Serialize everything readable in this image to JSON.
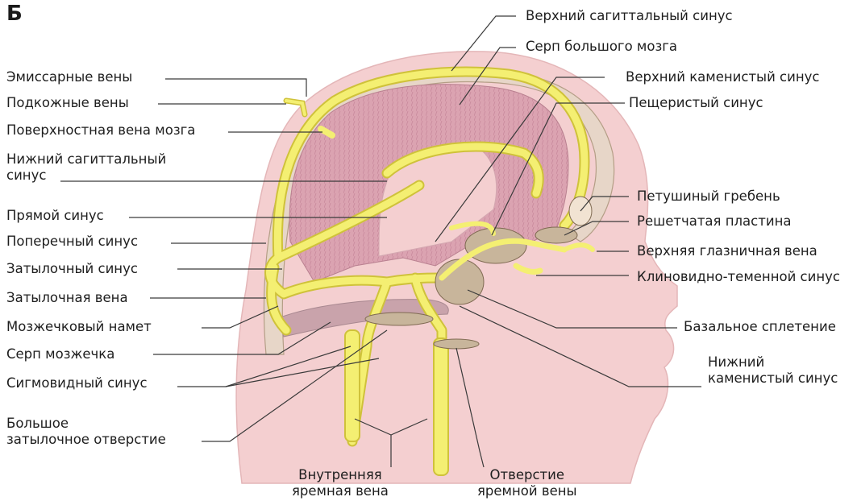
{
  "figure_letter": "Б",
  "colors": {
    "skin": "#f4cfd0",
    "brain": "#dba3b1",
    "vein": "#f4ef72",
    "vein_stroke": "#cfc23a",
    "bone": "#c8b59b",
    "leader": "#3a3a3a"
  },
  "labels_left": [
    {
      "id": "emissary-veins",
      "text": "Эмиссарные вены"
    },
    {
      "id": "subcutaneous-veins",
      "text": "Подкожные вены"
    },
    {
      "id": "superficial-cerebral-vein",
      "text": "Поверхностная вена мозга"
    },
    {
      "id": "inferior-sagittal-sinus",
      "text": "Нижний сагиттальный\nсинус"
    },
    {
      "id": "straight-sinus",
      "text": "Прямой синус"
    },
    {
      "id": "transverse-sinus",
      "text": "Поперечный синус"
    },
    {
      "id": "occipital-sinus",
      "text": "Затылочный синус"
    },
    {
      "id": "occipital-vein",
      "text": "Затылочная вена"
    },
    {
      "id": "tentorium-cerebelli",
      "text": "Мозжечковый намет"
    },
    {
      "id": "falx-cerebelli",
      "text": "Серп мозжечка"
    },
    {
      "id": "sigmoid-sinus",
      "text": "Сигмовидный синус"
    },
    {
      "id": "foramen-magnum",
      "text": "Большое\nзатылочное отверстие"
    }
  ],
  "labels_right": [
    {
      "id": "superior-sagittal-sinus",
      "text": "Верхний сагиттальный синус"
    },
    {
      "id": "falx-cerebri",
      "text": "Серп большого мозга"
    },
    {
      "id": "superior-petrosal-sinus",
      "text": "Верхний каменистый синус"
    },
    {
      "id": "cavernous-sinus",
      "text": "Пещеристый синус"
    },
    {
      "id": "crista-galli",
      "text": "Петушиный гребень"
    },
    {
      "id": "cribriform-plate",
      "text": "Решетчатая пластина"
    },
    {
      "id": "superior-ophthalmic-vein",
      "text": "Верхняя глазничная вена"
    },
    {
      "id": "sphenoparietal-sinus",
      "text": "Клиновидно-теменной синус"
    },
    {
      "id": "basilar-plexus",
      "text": "Базальное сплетение"
    },
    {
      "id": "inferior-petrosal-sinus",
      "text": "Нижний\nкаменистый синус"
    }
  ],
  "labels_bottom": [
    {
      "id": "internal-jugular-vein",
      "text": "Внутренняя\nяремная вена"
    },
    {
      "id": "jugular-foramen",
      "text": "Отверстие\nяремной вены"
    }
  ]
}
